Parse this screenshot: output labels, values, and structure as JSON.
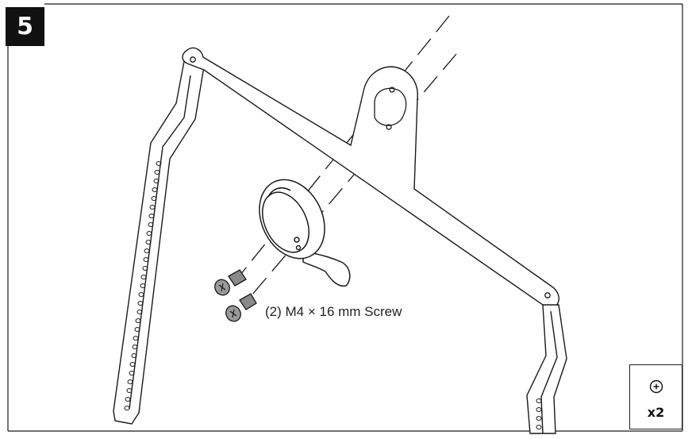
{
  "step": {
    "number": "5"
  },
  "callout": {
    "label": "(2) M4 × 16 mm Screw"
  },
  "quantity": {
    "label": "x2",
    "icon": "phillips-screw-head-icon"
  },
  "colors": {
    "line": "#1a1a1a",
    "screw": "#8a8a8a",
    "badge": "#111111"
  }
}
